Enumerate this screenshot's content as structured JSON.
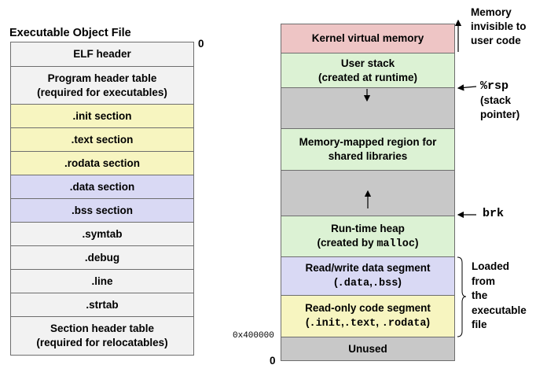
{
  "colors": {
    "gray": "#f2f2f2",
    "yellow": "#f7f5c0",
    "purple": "#d9d9f4",
    "green": "#dcf2d4",
    "red": "#eec5c5",
    "dark_gray": "#c8c8c8",
    "border": "#6e6e6e"
  },
  "elf": {
    "title": "Executable Object File",
    "zero_label": "0",
    "sections": {
      "elf_header": "ELF header",
      "program_header_1": "Program header table",
      "program_header_2": "(required for executables)",
      "init": ".init section",
      "text": ".text section",
      "rodata": ".rodata section",
      "data": ".data section",
      "bss": ".bss section",
      "symtab": ".symtab",
      "debug": ".debug",
      "line": ".line",
      "strtab": ".strtab",
      "section_header_1": "Section header table",
      "section_header_2": "(required for relocatables)"
    }
  },
  "memory": {
    "kernel": "Kernel virtual memory",
    "user_stack_1": "User stack",
    "user_stack_2": "(created at runtime)",
    "mmap_1": "Memory-mapped region for",
    "mmap_2": "shared libraries",
    "heap_1": "Run-time heap",
    "heap_2_prefix": "(created by ",
    "heap_2_code": "malloc",
    "heap_2_suffix": ")",
    "rw_1": "Read/write data segment",
    "rw_2_open": "(",
    "rw_2_data": ".data",
    "rw_2_comma": ",",
    "rw_2_bss": ".bss",
    "rw_2_close": ")",
    "ro_1": "Read-only code segment",
    "ro_2_open": "(",
    "ro_2_init": ".init",
    "ro_2_c1": ",",
    "ro_2_text": ".text",
    "ro_2_c2": ", ",
    "ro_2_rodata": ".rodata",
    "ro_2_close": ")",
    "unused": "Unused",
    "addr_400000": "0x400000",
    "zero_label": "0"
  },
  "annotations": {
    "invisible_1": "Memory",
    "invisible_2": "invisible to",
    "invisible_3": "user code",
    "rsp": "%rsp",
    "rsp_2": "(stack",
    "rsp_3": "pointer)",
    "brk": "brk",
    "loaded_1": "Loaded",
    "loaded_2": "from",
    "loaded_3": "the",
    "loaded_4": "executable",
    "loaded_5": "file"
  }
}
